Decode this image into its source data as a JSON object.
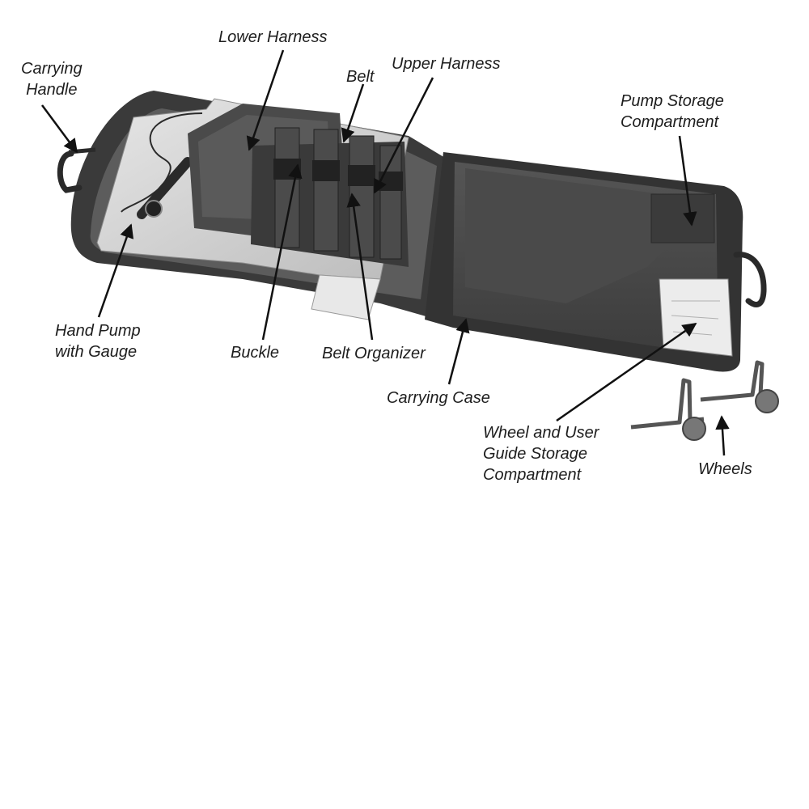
{
  "callouts": {
    "carrying_handle": [
      "Carrying",
      "Handle"
    ],
    "lower_harness": [
      "Lower Harness"
    ],
    "belt": [
      "Belt"
    ],
    "upper_harness": [
      "Upper Harness"
    ],
    "pump_storage_compartment": [
      "Pump Storage",
      "Compartment"
    ],
    "hand_pump_with_gauge": [
      "Hand Pump",
      "with Gauge"
    ],
    "buckle": [
      "Buckle"
    ],
    "belt_organizer": [
      "Belt Organizer"
    ],
    "carrying_case": [
      "Carrying Case"
    ],
    "wheel_and_user_guide_storage_compartment": [
      "Wheel and User",
      "Guide Storage",
      "Compartment"
    ],
    "wheels": [
      "Wheels"
    ]
  },
  "colors": {
    "case_fabric": "#4f4f4f",
    "case_dark": "#2e2e2e",
    "lining": "#6a6a6a",
    "mattress": "#d8d8d8",
    "paper": "#ececec",
    "arrow": "#111111",
    "text": "#1e1e1e"
  }
}
